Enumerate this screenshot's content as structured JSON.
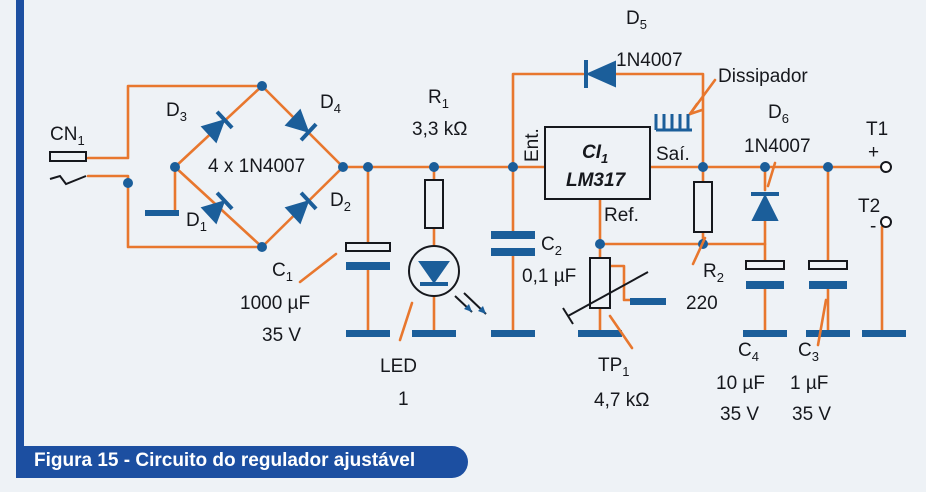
{
  "figure": {
    "caption": "Figura 15 - Circuito do regulador ajustável"
  },
  "labels": {
    "cn1": "CN",
    "cn1_sub": "1",
    "d1": "D",
    "d1_sub": "1",
    "d2": "D",
    "d2_sub": "2",
    "d3": "D",
    "d3_sub": "3",
    "d4": "D",
    "d4_sub": "4",
    "bridge": "4 x 1N4007",
    "c1": "C",
    "c1_sub": "1",
    "c1_value": "1000 µF",
    "c1_voltage": "35 V",
    "r1": "R",
    "r1_sub": "1",
    "r1_value": "3,3 kΩ",
    "led": "LED",
    "led_num": "1",
    "c2": "C",
    "c2_sub": "2",
    "c2_value": "0,1 µF",
    "ent": "Ent.",
    "ic_name": "CI",
    "ic_sub": "1",
    "ic_part": "LM317",
    "sai": "Saí.",
    "ref": "Ref.",
    "tp1": "TP",
    "tp1_sub": "1",
    "tp1_value": "4,7 kΩ",
    "d5": "D",
    "d5_sub": "5",
    "d5_part": "1N4007",
    "dissipador": "Dissipador",
    "r2": "R",
    "r2_sub": "2",
    "r2_value": "220",
    "d6": "D",
    "d6_sub": "6",
    "d6_part": "1N4007",
    "c4": "C",
    "c4_sub": "4",
    "c4_value": "10 µF",
    "c4_voltage": "35 V",
    "c3": "C",
    "c3_sub": "3",
    "c3_value": "1 µF",
    "c3_voltage": "35 V",
    "t1": "T1",
    "t2": "T2",
    "plus": "+",
    "minus": "-"
  },
  "colors": {
    "wire": "#e8772e",
    "component": "#1b5e9a",
    "caption_bg": "#1c4fa1"
  }
}
